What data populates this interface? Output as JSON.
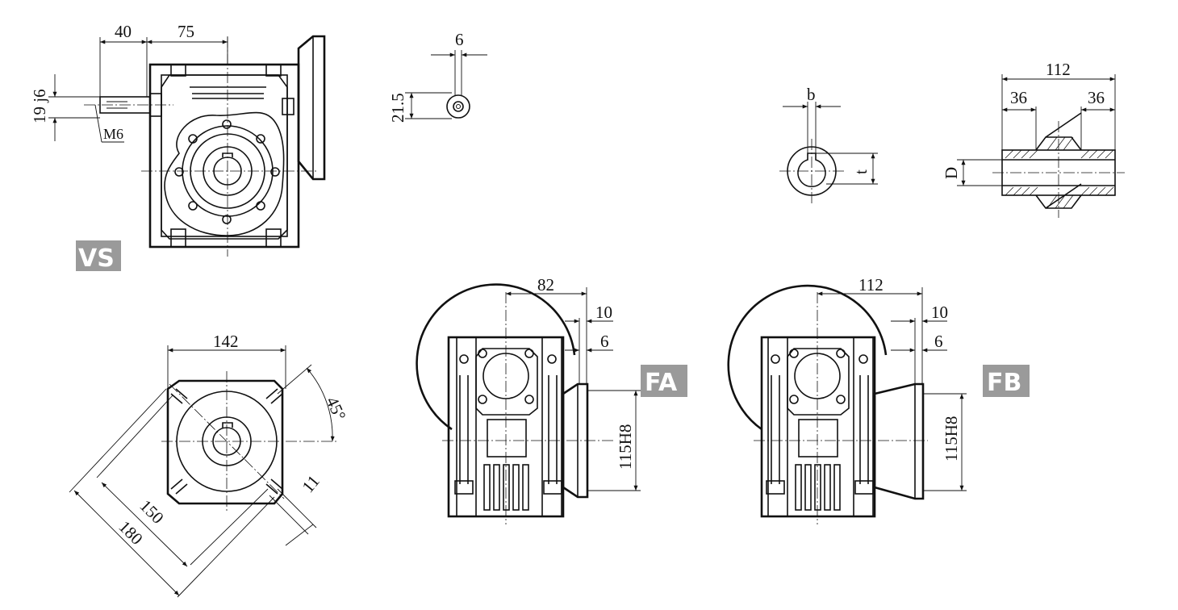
{
  "views": {
    "vs": {
      "tag": "VS",
      "dims": {
        "d40": "40",
        "d75": "75",
        "d19": "19 j6",
        "m6": "M6"
      }
    },
    "key_detail": {
      "d6": "6",
      "d21": "21.5"
    },
    "bore_detail": {
      "b": "b",
      "t": "t"
    },
    "hollow_shaft": {
      "d112": "112",
      "d36a": "36",
      "d36b": "36",
      "D": "D"
    },
    "flange_square": {
      "d142": "142",
      "angle": "45°",
      "d150": "150",
      "d180": "180",
      "d11": "11"
    },
    "fa": {
      "tag": "FA",
      "d82": "82",
      "d10": "10",
      "d6": "6",
      "d115": "115H8"
    },
    "fb": {
      "tag": "FB",
      "d112": "112",
      "d10": "10",
      "d6": "6",
      "d115": "115H8"
    }
  },
  "colors": {
    "line": "#111111",
    "tag_background": "#9a9a9a",
    "tag_text": "#ffffff"
  }
}
